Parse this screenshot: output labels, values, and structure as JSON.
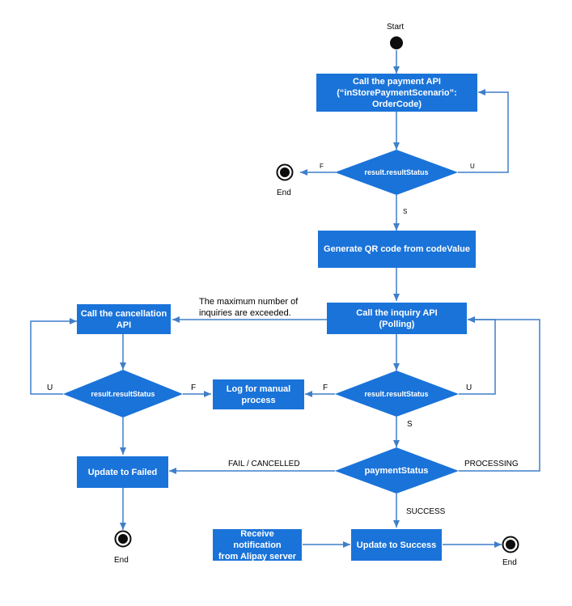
{
  "nodes": {
    "start_label": "Start",
    "call_payment": "Call the payment API\n(“inStorePaymentScenario”: OrderCode)",
    "decision_payment": "result.resultStatus",
    "generate_qr": "Generate QR code from codeValue",
    "call_inquiry": "Call the inquiry API\n(Polling)",
    "decision_inquiry": "result.resultStatus",
    "log_manual": "Log for manual\nprocess",
    "call_cancel": "Call the cancellation\nAPI",
    "decision_cancel": "result.resultStatus",
    "payment_status": "paymentStatus",
    "update_failed": "Update to Failed",
    "update_success": "Update to Success",
    "receive_notification": "Receive notification\nfrom Alipay server"
  },
  "end_labels": {
    "end1": "End",
    "end2": "End",
    "end3": "End"
  },
  "edge_labels": {
    "f1": "F",
    "u1": "U",
    "s1": "S",
    "max_inquiries": "The maximum number of\ninquiries are exceeded.",
    "u_cancel": "U",
    "f_cancel": "F",
    "f_inquiry": "F",
    "u_inquiry": "U",
    "s_inquiry": "S",
    "fail_cancelled": "FAIL / CANCELLED",
    "processing": "PROCESSING",
    "success": "SUCCESS"
  },
  "colors": {
    "node_fill": "#1a73d9",
    "edge": "#3f7fc8",
    "terminal": "#0d0d0d"
  }
}
